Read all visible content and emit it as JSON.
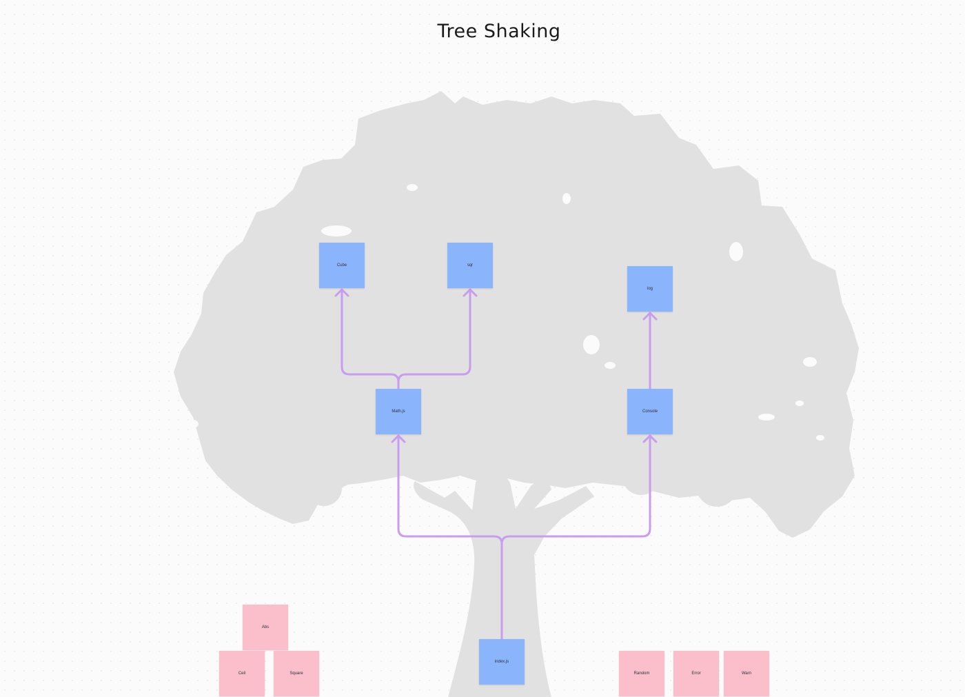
{
  "board": {
    "title": "Tree Shaking"
  },
  "colors": {
    "used_node": "#8ab4fb",
    "unused_node": "#fbbfcc",
    "arrow": "#c89df0",
    "tree": "#e1e1e1",
    "background": "#fbfbfb"
  },
  "nodes": {
    "cube": "Cube",
    "sqr": "sqr",
    "log": "log",
    "math_js": "Math.js",
    "console": "Console",
    "index_js": "index.js",
    "abs": "Abs",
    "ceil": "Ceil",
    "square": "Square",
    "random": "Random",
    "error": "Error",
    "warn": "Warn"
  },
  "connections": [
    {
      "from": "index.js",
      "to": "Math.js"
    },
    {
      "from": "index.js",
      "to": "Console"
    },
    {
      "from": "Math.js",
      "to": "Cube"
    },
    {
      "from": "Math.js",
      "to": "sqr"
    },
    {
      "from": "Console",
      "to": "log"
    }
  ]
}
